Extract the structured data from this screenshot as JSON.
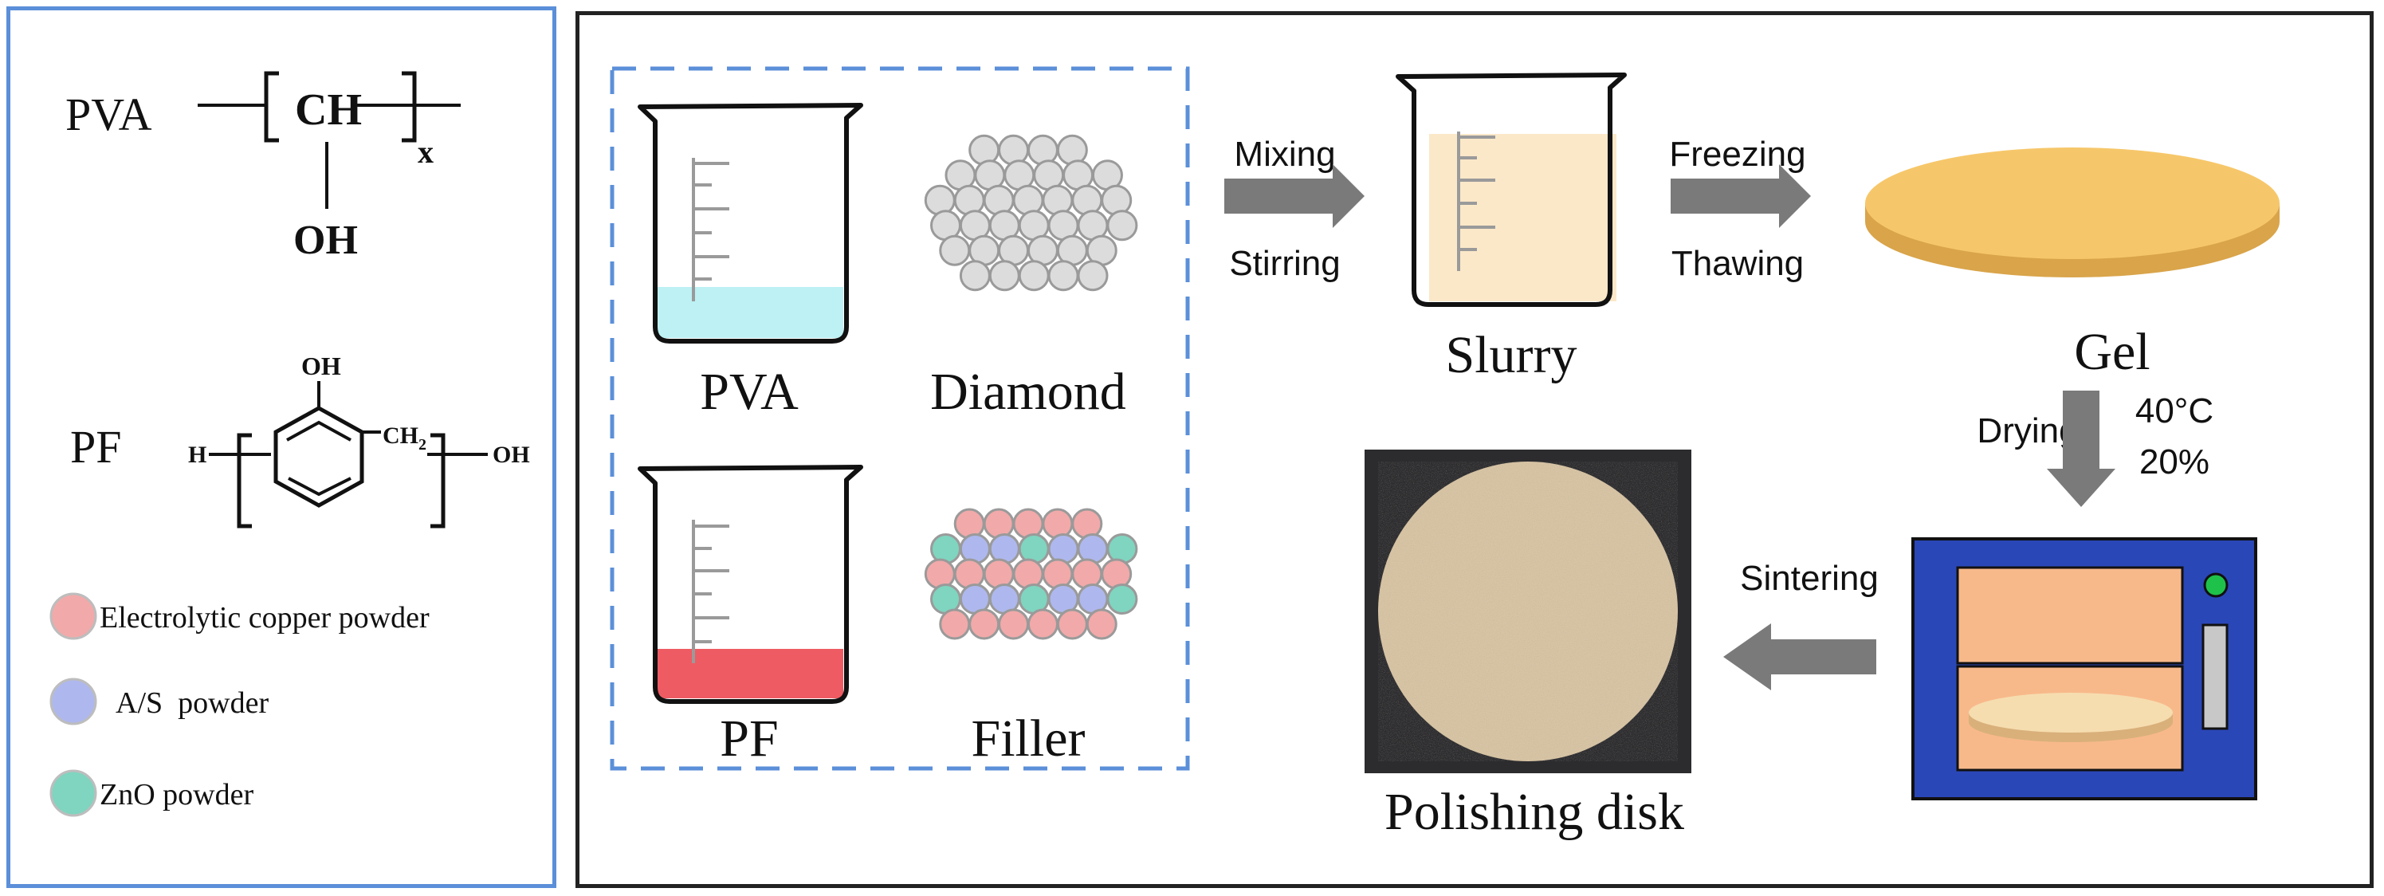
{
  "colors": {
    "left_border": "#5b8fd9",
    "right_border": "#222222",
    "dashed_box": "#5b8fd9",
    "pva_liquid": "#bdf1f4",
    "pf_liquid": "#ee5b62",
    "slurry": "#fbe8c8",
    "gel_top": "#f6c76a",
    "gel_side": "#d9a44a",
    "arrow": "#7a7a7a",
    "oven_body": "#2a47b8",
    "oven_panel": "#f8b98a",
    "oven_led": "#1ec24a",
    "copper": "#f2a9a9",
    "as_powder": "#aeb8ee",
    "zno": "#7fd5bf",
    "diamond": "#dcdcdc"
  },
  "legend_panel": {
    "pva_label": "PVA",
    "pva_unit": "CH",
    "pva_subscript": "x",
    "pva_group": "OH",
    "pf_label": "PF",
    "pf_top_group": "OH",
    "pf_h": "H",
    "pf_ch2": "CH",
    "pf_ch2_sub": "2",
    "pf_end_group": "OH",
    "items": [
      {
        "icon": "copper-particle",
        "label": "Electrolytic copper powder"
      },
      {
        "icon": "as-particle",
        "label": "A/S  powder"
      },
      {
        "icon": "zno-particle",
        "label": "ZnO powder"
      }
    ]
  },
  "process": {
    "raw_materials": {
      "pva": "PVA",
      "diamond": "Diamond",
      "pf": "PF",
      "filler": "Filler"
    },
    "step1": {
      "top": "Mixing",
      "bottom": "Stirring"
    },
    "slurry": "Slurry",
    "step2": {
      "top": "Freezing",
      "bottom": "Thawing"
    },
    "gel": "Gel",
    "step3": {
      "label": "Drying",
      "temp": "40°C",
      "humidity": "20%"
    },
    "step4": "Sintering",
    "product": "Polishing disk"
  }
}
